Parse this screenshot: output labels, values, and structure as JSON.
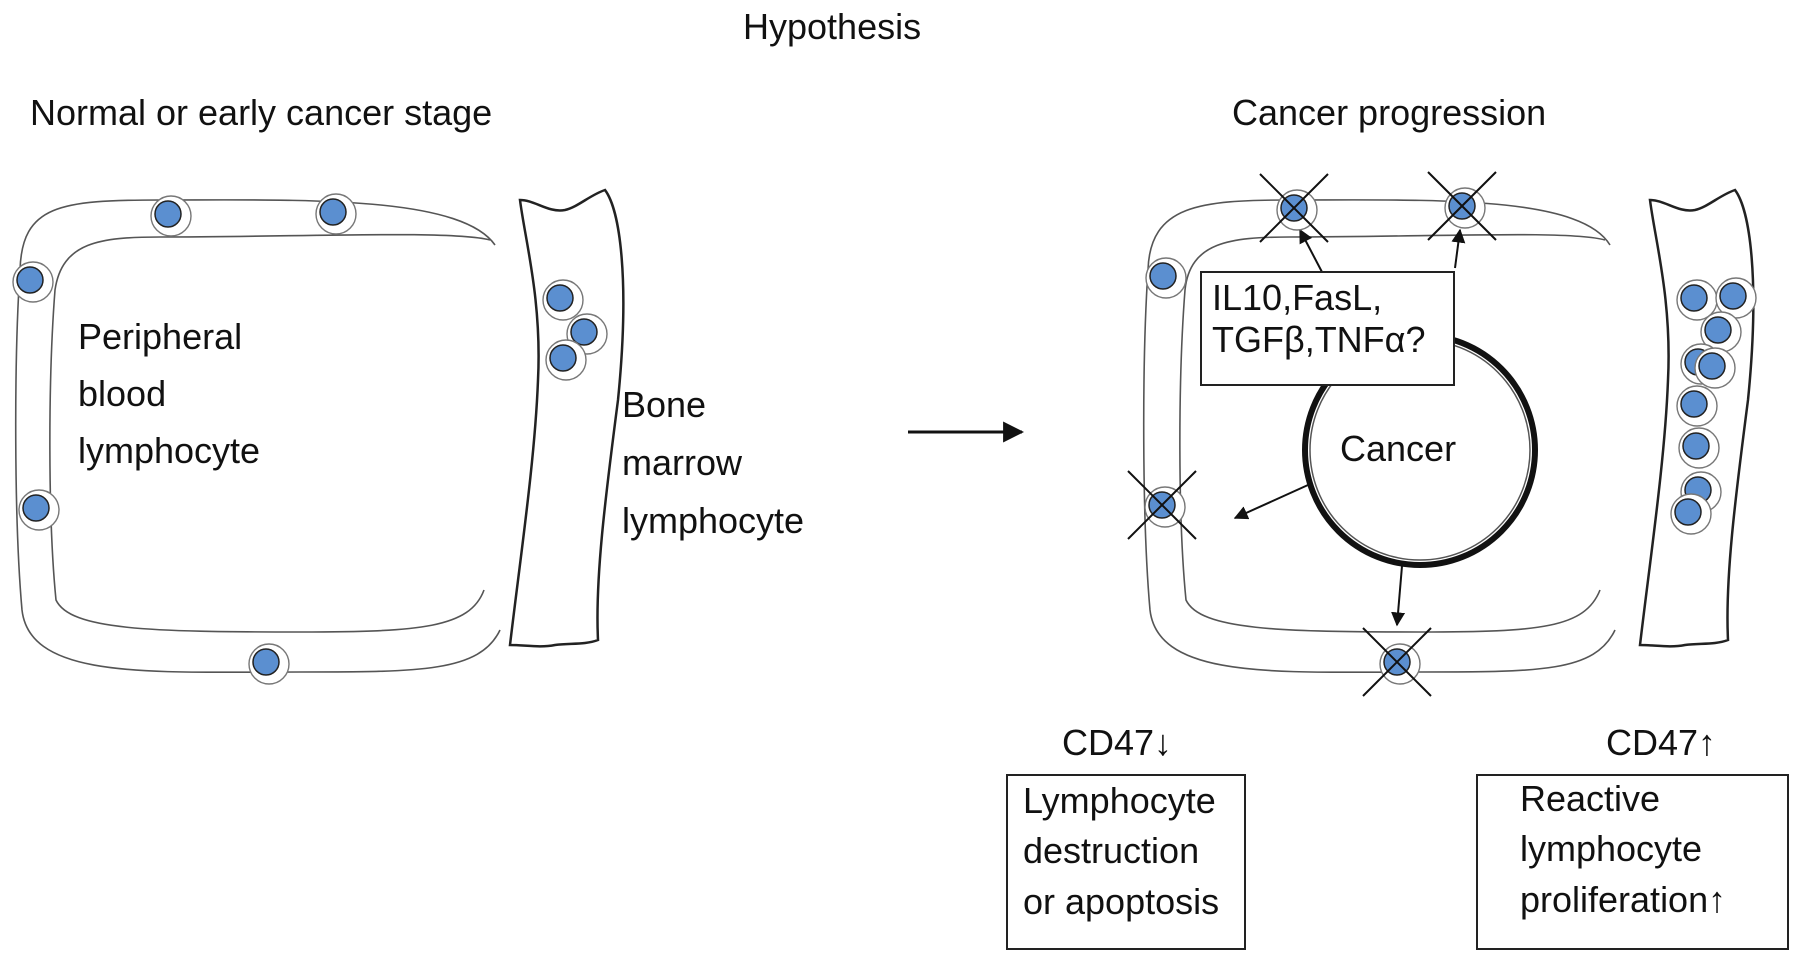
{
  "title": "Hypothesis",
  "left_panel": {
    "stage_title": "Normal or early cancer stage",
    "pb_label": [
      "Peripheral",
      "blood",
      "lymphocyte"
    ],
    "bm_label": [
      "Bone",
      "marrow",
      "lymphocyte"
    ]
  },
  "right_panel": {
    "stage_title": "Cancer progression",
    "factors": [
      "IL10,FasL,",
      "TGFβ,TNFα?"
    ],
    "cancer_label": "Cancer",
    "cd47_down": "CD47↓",
    "cd47_down_outcome": [
      "Lymphocyte",
      "destruction",
      "or apoptosis"
    ],
    "cd47_up": "CD47↑",
    "cd47_up_outcome": [
      "Reactive",
      "lymphocyte",
      "proliferation↑"
    ]
  },
  "colors": {
    "lymphocyte": "#5b8fd0",
    "line": "#222222",
    "vessel": "#555555"
  }
}
